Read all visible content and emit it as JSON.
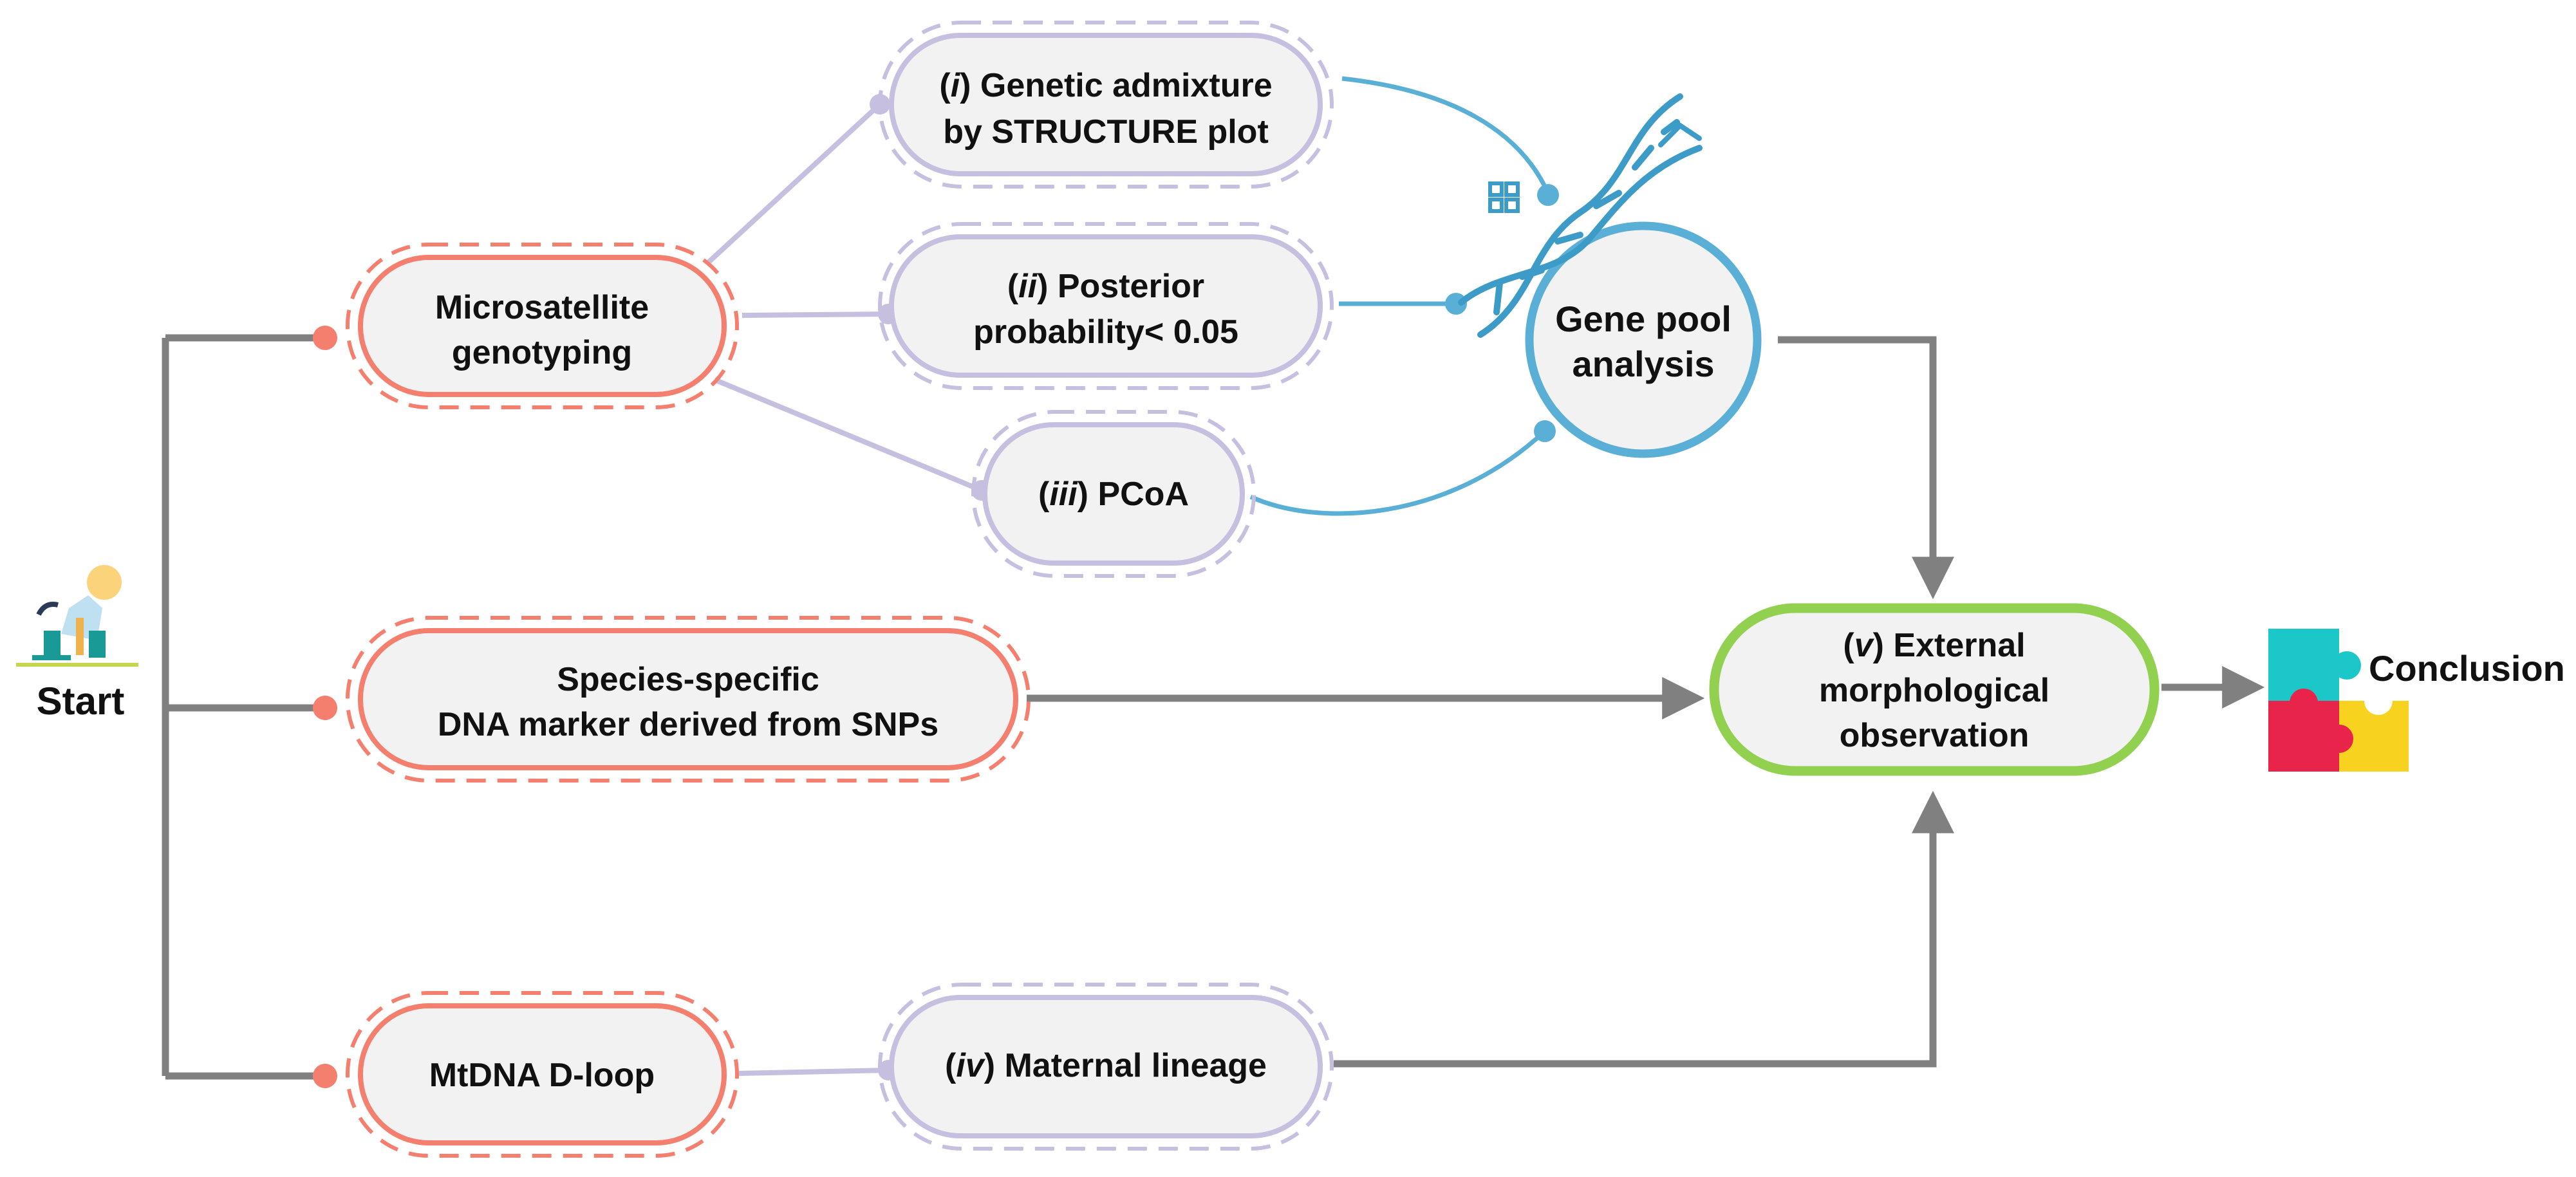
{
  "start": {
    "label": "Start"
  },
  "conclusion": {
    "label": "Conclusion"
  },
  "methods": {
    "microsatellite": {
      "line1": "Microsatellite",
      "line2": "genotyping"
    },
    "snp": {
      "line1": "Species-specific",
      "line2": "DNA marker derived from SNPs"
    },
    "mtdna": {
      "line1": "MtDNA D-loop"
    }
  },
  "analyses": {
    "i": {
      "numeral": "i",
      "line1_rest": " Genetic admixture",
      "line2": "by STRUCTURE plot"
    },
    "ii": {
      "numeral": "ii",
      "line1_rest": " Posterior",
      "line2": "probability< 0.05"
    },
    "iii": {
      "numeral": "iii",
      "line1_rest": " PCoA"
    },
    "iv": {
      "numeral": "iv",
      "line1_rest": " Maternal lineage"
    },
    "v": {
      "numeral": "v",
      "line1_rest": " External",
      "line2": "morphological",
      "line3": "observation"
    }
  },
  "gene_pool": {
    "line1": "Gene pool",
    "line2": "analysis"
  },
  "icons": {
    "start": "person-kneeling-icon",
    "dna": "dna-helix-icon",
    "conclusion": "puzzle-pieces-icon"
  },
  "colors": {
    "red": "#f47f6e",
    "purple": "#c7bfdf",
    "blue": "#5aafd6",
    "green": "#92d050",
    "gray": "#808080",
    "node_fill": "#f2f2f2"
  }
}
